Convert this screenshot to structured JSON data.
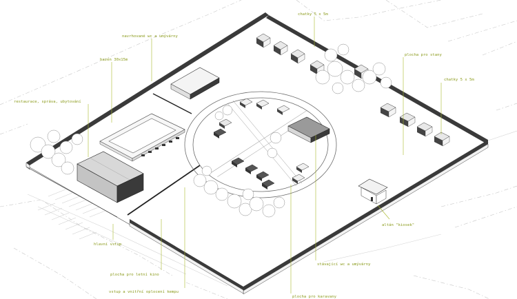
{
  "labels": {
    "chatky_top": "chatky 5 x 5m",
    "wc_top": "navrhované wc a umývárny",
    "bazen": "bazén 30x15m",
    "restaurace": "restaurace, správa, ubytování",
    "plocha_stany": "plocha pro stany",
    "chatky_right": "chatky 5 x 5m",
    "altan": "altán \"kiosek\"",
    "hlavni_vstup": "hlavní vstup",
    "letni_kino": "plocha pro letní kino",
    "vstup_kempu": "vstup a vnitřní oplocení kempu",
    "wc_bottom": "stávající wc a umývárny",
    "karavany": "plocha pro karavany"
  },
  "colors": {
    "label": "#8a9a1a",
    "leader": "#a8b82a",
    "wall": "#3a3a3a"
  }
}
